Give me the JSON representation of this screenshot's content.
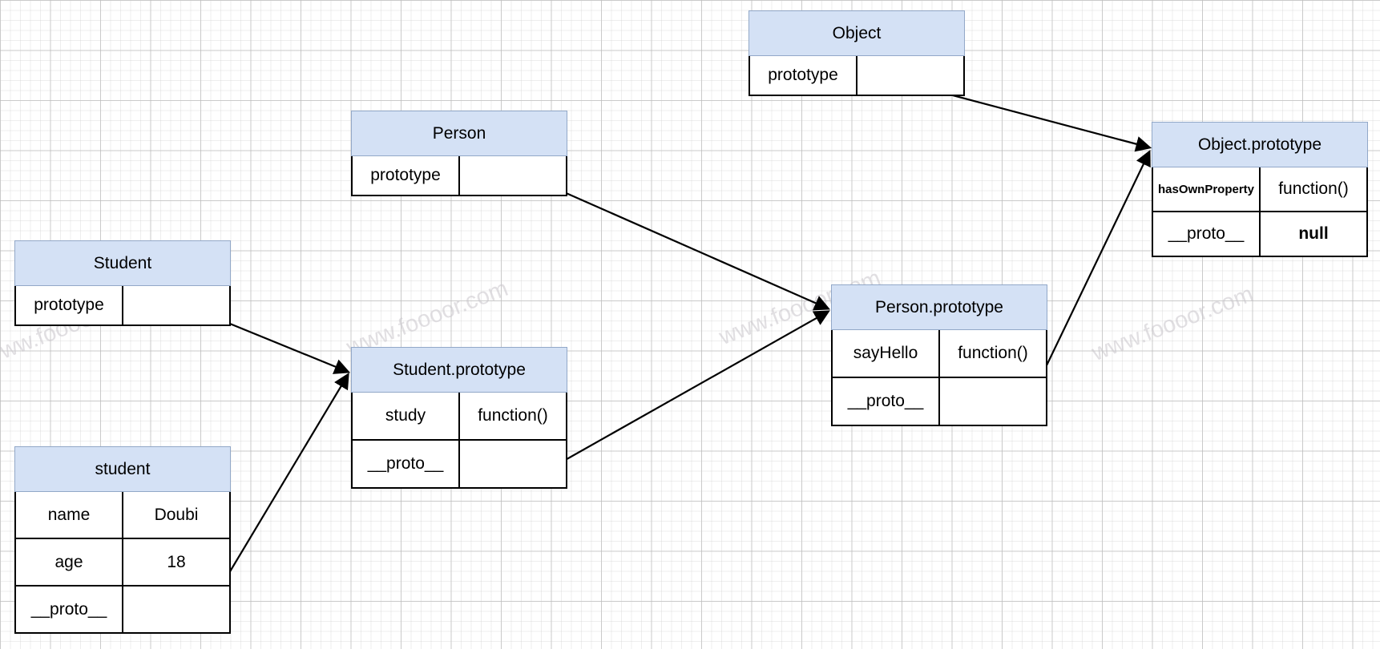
{
  "diagram": {
    "title": "JavaScript prototype chain diagram",
    "watermark_text": "www.foooor.com",
    "header_color": "#d4e1f5",
    "header_border_color": "#92a8c8",
    "line_color": "#000000",
    "background": "#ffffff"
  },
  "nodes": {
    "student": {
      "title": "student",
      "rows": [
        {
          "key": "name",
          "value": "Doubi"
        },
        {
          "key": "age",
          "value": "18"
        },
        {
          "key": "__proto__",
          "value": ""
        }
      ]
    },
    "student_ctor": {
      "title": "Student",
      "rows": [
        {
          "key": "prototype",
          "value": ""
        }
      ]
    },
    "student_prototype": {
      "title": "Student.prototype",
      "rows": [
        {
          "key": "study",
          "value": "function()"
        },
        {
          "key": "__proto__",
          "value": ""
        }
      ]
    },
    "person_ctor": {
      "title": "Person",
      "rows": [
        {
          "key": "prototype",
          "value": ""
        }
      ]
    },
    "person_prototype": {
      "title": "Person.prototype",
      "rows": [
        {
          "key": "sayHello",
          "value": "function()"
        },
        {
          "key": "__proto__",
          "value": ""
        }
      ]
    },
    "object_ctor": {
      "title": "Object",
      "rows": [
        {
          "key": "prototype",
          "value": ""
        }
      ]
    },
    "object_prototype": {
      "title": "Object.prototype",
      "rows": [
        {
          "key": "hasOwnProperty",
          "value": "function()"
        },
        {
          "key": "__proto__",
          "value": "null"
        }
      ]
    }
  },
  "edges": [
    {
      "name": "student-proto-to-student-prototype",
      "from": "student.__proto__",
      "to": "Student.prototype"
    },
    {
      "name": "student-ctor-prototype-to-student-prototype",
      "from": "Student.prototype",
      "to": "Student.prototype"
    },
    {
      "name": "student-prototype-proto-to-person-prototype",
      "from": "Student.prototype.__proto__",
      "to": "Person.prototype"
    },
    {
      "name": "person-ctor-prototype-to-person-prototype",
      "from": "Person.prototype",
      "to": "Person.prototype"
    },
    {
      "name": "person-prototype-proto-to-object-prototype",
      "from": "Person.prototype.__proto__",
      "to": "Object.prototype"
    },
    {
      "name": "object-ctor-prototype-to-object-prototype",
      "from": "Object.prototype",
      "to": "Object.prototype"
    }
  ]
}
